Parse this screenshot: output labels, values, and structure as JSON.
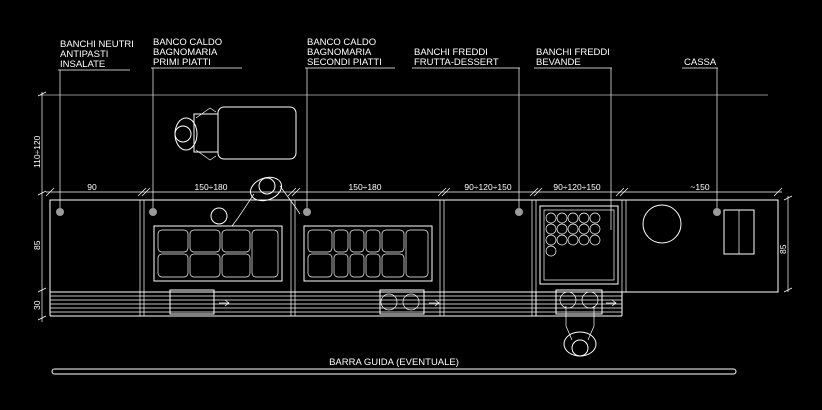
{
  "labels": {
    "l1": [
      "BANCHI NEUTRI",
      "ANTIPASTI",
      "INSALATE"
    ],
    "l2": [
      "BANCO CALDO",
      "BAGNOMARIA",
      "PRIMI PIATTI"
    ],
    "l3": [
      "BANCO CALDO",
      "BAGNOMARIA",
      "SECONDI PIATTI"
    ],
    "l4": [
      "BANCHI FREDDI",
      "FRUTTA-DESSERT"
    ],
    "l5": [
      "BANCHI FREDDI",
      "BEVANDE"
    ],
    "l6": [
      "CASSA"
    ]
  },
  "dims": {
    "d1": "90",
    "d2": "150÷180",
    "d3": "150÷180",
    "d4": "90÷120÷150",
    "d5": "90÷120÷150",
    "d6": "~150",
    "left_top": "110÷120",
    "left_mid": "85",
    "left_bot": "30",
    "right": "85"
  },
  "bottom_label": "BARRA GUIDA (EVENTUALE)",
  "colors": {
    "background": "#000000",
    "lines": "#ffffff",
    "grey": "#9a9a9a"
  }
}
